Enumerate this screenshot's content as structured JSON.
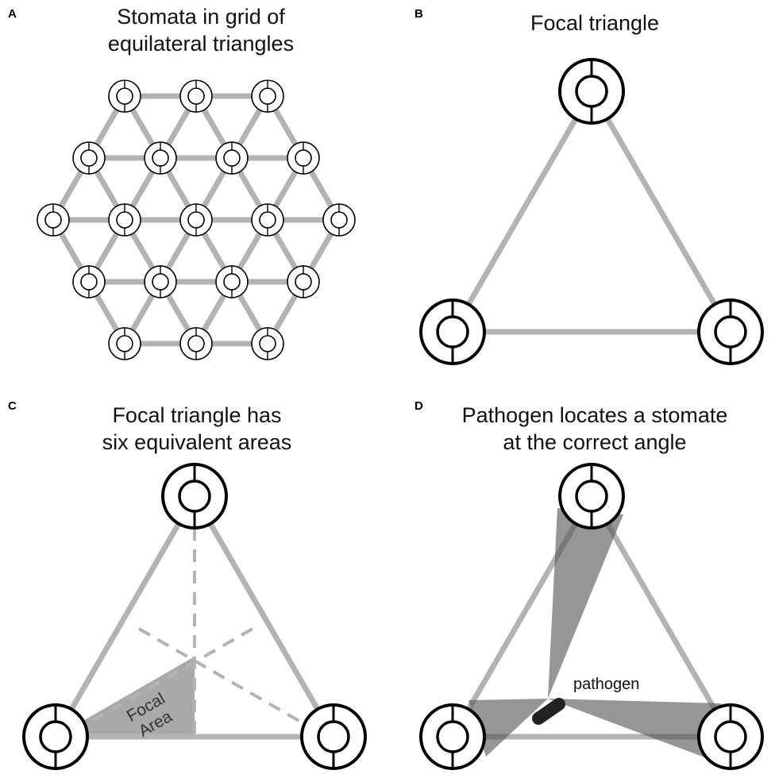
{
  "panels": {
    "a": {
      "letter": "A",
      "title_line1": "Stomata in grid of",
      "title_line2": "equilateral triangles"
    },
    "b": {
      "letter": "B",
      "title_line1": "Focal triangle"
    },
    "c": {
      "letter": "C",
      "title_line1": "Focal triangle has",
      "title_line2": "six equivalent areas",
      "focal_line1": "Focal",
      "focal_line2": "Area"
    },
    "d": {
      "letter": "D",
      "title_line1": "Pathogen locates a stomate",
      "title_line2": "at the correct angle",
      "pathogen_label": "pathogen"
    }
  },
  "colors": {
    "connector": "#b3b3b3",
    "stomate_outline": "#000000",
    "focal_area": "#a9a9a9",
    "cone": "#555555",
    "pathogen": "#222222"
  }
}
